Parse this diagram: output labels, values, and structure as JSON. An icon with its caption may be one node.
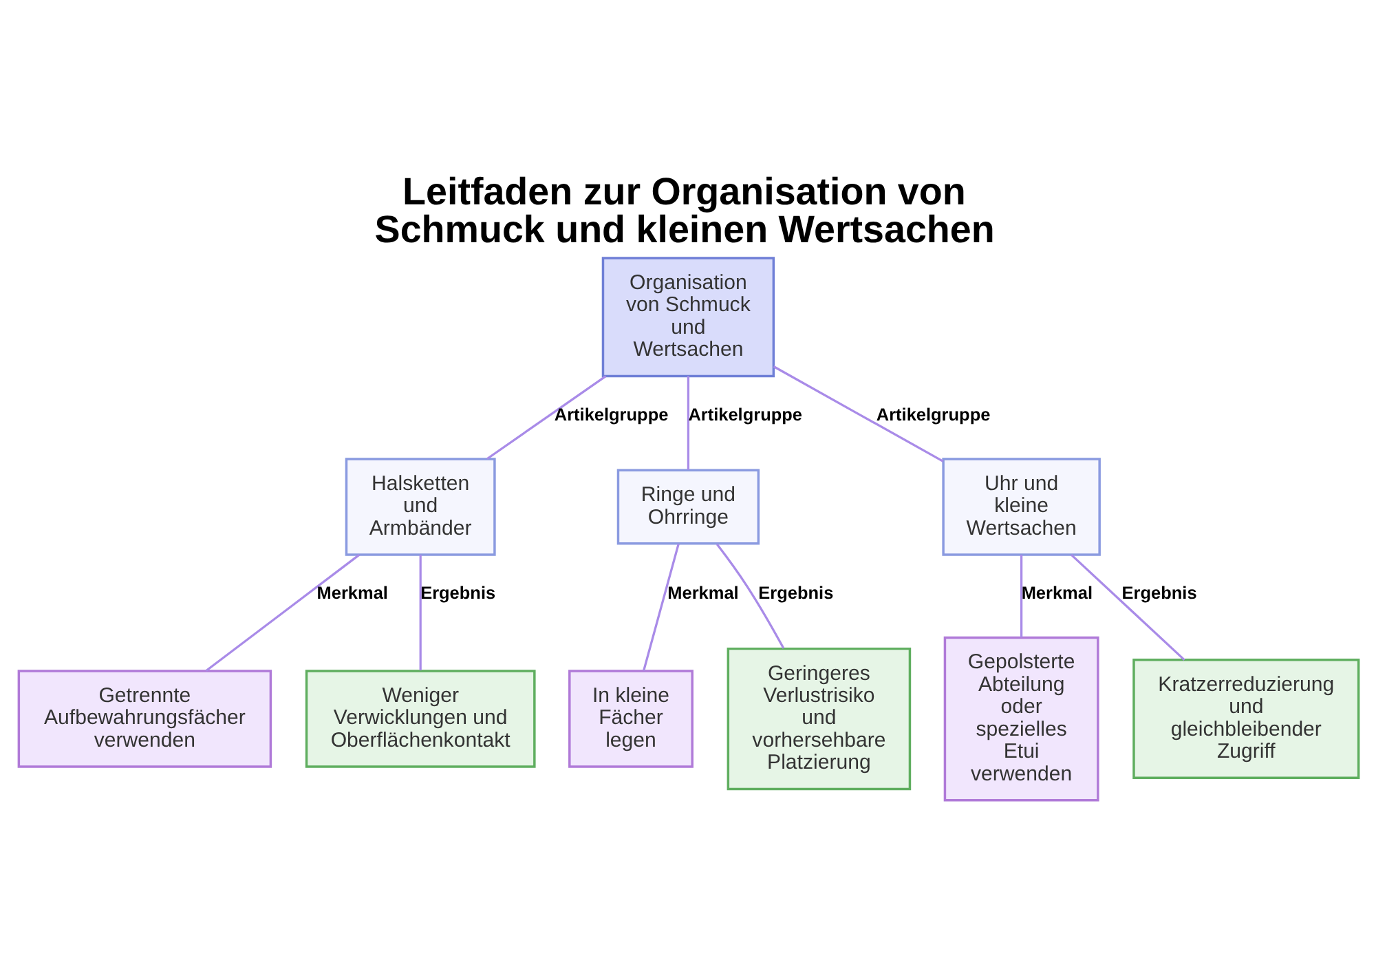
{
  "diagram": {
    "title": "Leitfaden zur Organisation von Schmuck und kleinen Wertsachen",
    "nodes": [
      {
        "text": [
          "Organisation von Schmuck und Wertsachen"
        ]
      },
      {
        "text": [
          "Halsketten und Armbänder"
        ]
      },
      {
        "text": [
          "Ringe und Ohrringe"
        ]
      },
      {
        "text": [
          "Uhr und kleine Wertsachen"
        ]
      },
      {
        "text": [
          "Getrennte Aufbewahrungsfächer verwenden"
        ]
      },
      {
        "text": [
          "Weniger Verwicklungen und Oberflächenkontakt"
        ]
      },
      {
        "text": [
          "In kleine Fächer legen"
        ]
      },
      {
        "text": [
          "Geringeres Verlustrisiko und vorhersehbare Platzierung"
        ]
      },
      {
        "text": [
          "Gepolsterte Abteilung oder spezielles Etui verwenden"
        ]
      },
      {
        "text": [
          "Kratzerreduzierung und gleichbleibender Zugriff"
        ]
      }
    ],
    "edges": [
      {
        "from": 0,
        "to": 1,
        "arrow": "none",
        "label": "Artikelgruppe"
      },
      {
        "from": 0,
        "to": 2,
        "arrow": "none",
        "label": "Artikelgruppe"
      },
      {
        "from": 0,
        "to": 3,
        "arrow": "none",
        "label": "Artikelgruppe"
      },
      {
        "from": 1,
        "to": 4,
        "arrow": "none",
        "label": "Merkmal"
      },
      {
        "from": 1,
        "to": 5,
        "arrow": "none",
        "label": "Ergebnis"
      },
      {
        "from": 2,
        "to": 6,
        "arrow": "none",
        "label": "Merkmal"
      },
      {
        "from": 2,
        "to": 7,
        "arrow": "none",
        "label": "Ergebnis"
      },
      {
        "from": 3,
        "to": 8,
        "arrow": "none",
        "label": "Merkmal"
      },
      {
        "from": 3,
        "to": 9,
        "arrow": "none",
        "label": "Ergebnis"
      }
    ]
  }
}
